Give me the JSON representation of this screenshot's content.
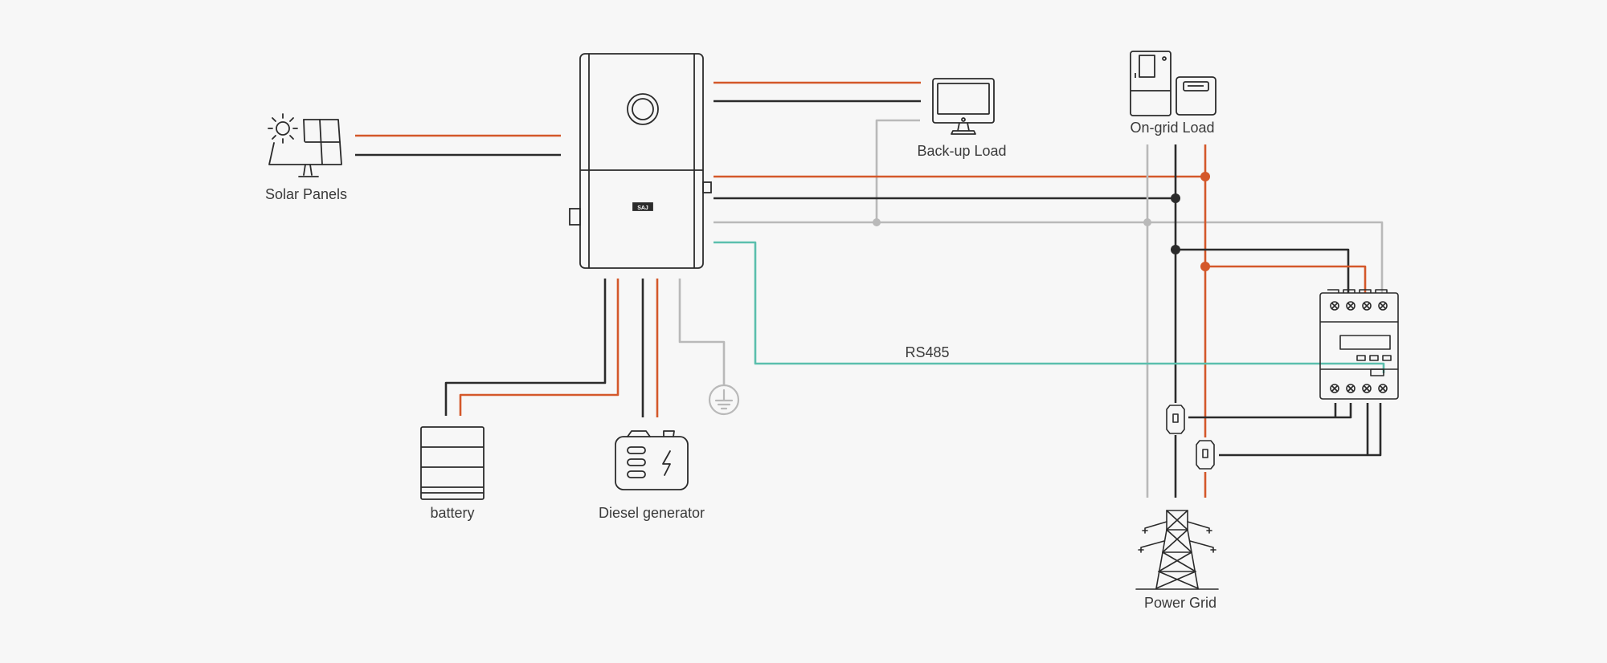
{
  "labels": {
    "solar_panels": "Solar Panels",
    "backup_load": "Back-up Load",
    "on_grid_load": "On-grid Load",
    "battery": "battery",
    "diesel_generator": "Diesel generator",
    "power_grid": "Power Grid",
    "rs485": "RS485",
    "brand": "SAJ"
  },
  "colors": {
    "background": "#f7f7f7",
    "dc_positive": "#d4582a",
    "dark_wire": "#2b2b2b",
    "neutral_gray": "#b9b9b9",
    "rs485": "#5bbfad"
  },
  "icons": [
    "solar-panel-icon",
    "inverter",
    "monitor-icon",
    "appliance-icon",
    "battery-icon",
    "generator-icon",
    "ground-icon",
    "transmission-tower-icon",
    "smart-meter",
    "ct-clamp-icon"
  ]
}
